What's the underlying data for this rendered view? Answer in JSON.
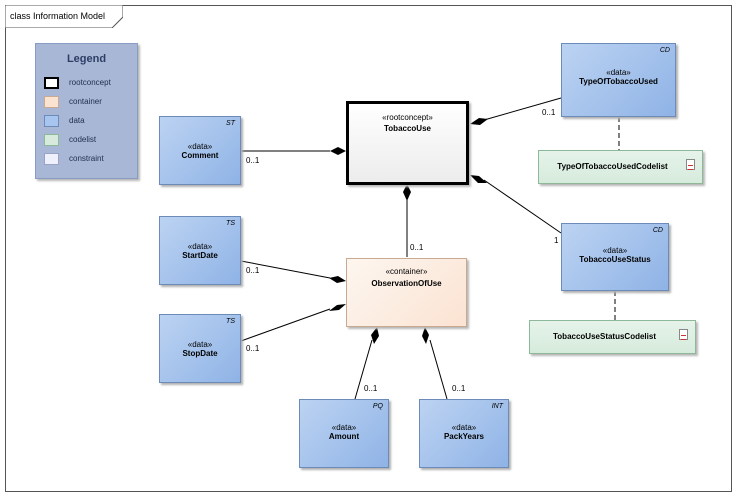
{
  "frame": {
    "title": "class Information Model"
  },
  "legend": {
    "title": "Legend",
    "items": [
      {
        "label": "rootconcept",
        "color": "#ffffff",
        "border": "#000000"
      },
      {
        "label": "container",
        "color": "#fbe3d2",
        "border": "#c9a98f"
      },
      {
        "label": "data",
        "color": "#a7c5ee",
        "border": "#6d8bb8"
      },
      {
        "label": "codelist",
        "color": "#d6ebdc",
        "border": "#8db89a"
      },
      {
        "label": "constraint",
        "color": "#eef0fb",
        "border": "#9aa3c4"
      }
    ]
  },
  "nodes": {
    "tobacco_use": {
      "stereotype": "«rootconcept»",
      "name": "TobaccoUse"
    },
    "observation_of_use": {
      "stereotype": "«container»",
      "name": "ObservationOfUse"
    },
    "comment": {
      "stereotype": "«data»",
      "name": "Comment",
      "type": "ST"
    },
    "start_date": {
      "stereotype": "«data»",
      "name": "StartDate",
      "type": "TS"
    },
    "stop_date": {
      "stereotype": "«data»",
      "name": "StopDate",
      "type": "TS"
    },
    "amount": {
      "stereotype": "«data»",
      "name": "Amount",
      "type": "PQ"
    },
    "pack_years": {
      "stereotype": "«data»",
      "name": "PackYears",
      "type": "INT"
    },
    "type_of_tobacco_used": {
      "stereotype": "«data»",
      "name": "TypeOfTobaccoUsed",
      "type": "CD"
    },
    "tobacco_use_status": {
      "stereotype": "«data»",
      "name": "TobaccoUseStatus",
      "type": "CD"
    },
    "type_codelist": {
      "name": "TypeOfTobaccoUsedCodelist"
    },
    "status_codelist": {
      "name": "TobaccoUseStatusCodelist"
    }
  },
  "multiplicities": {
    "comment": "0..1",
    "type_of_tobacco_used": "0..1",
    "tobacco_use_status": "1",
    "observation_of_use": "0..1",
    "start_date": "0..1",
    "stop_date": "0..1",
    "amount": "0..1",
    "pack_years": "0..1"
  }
}
